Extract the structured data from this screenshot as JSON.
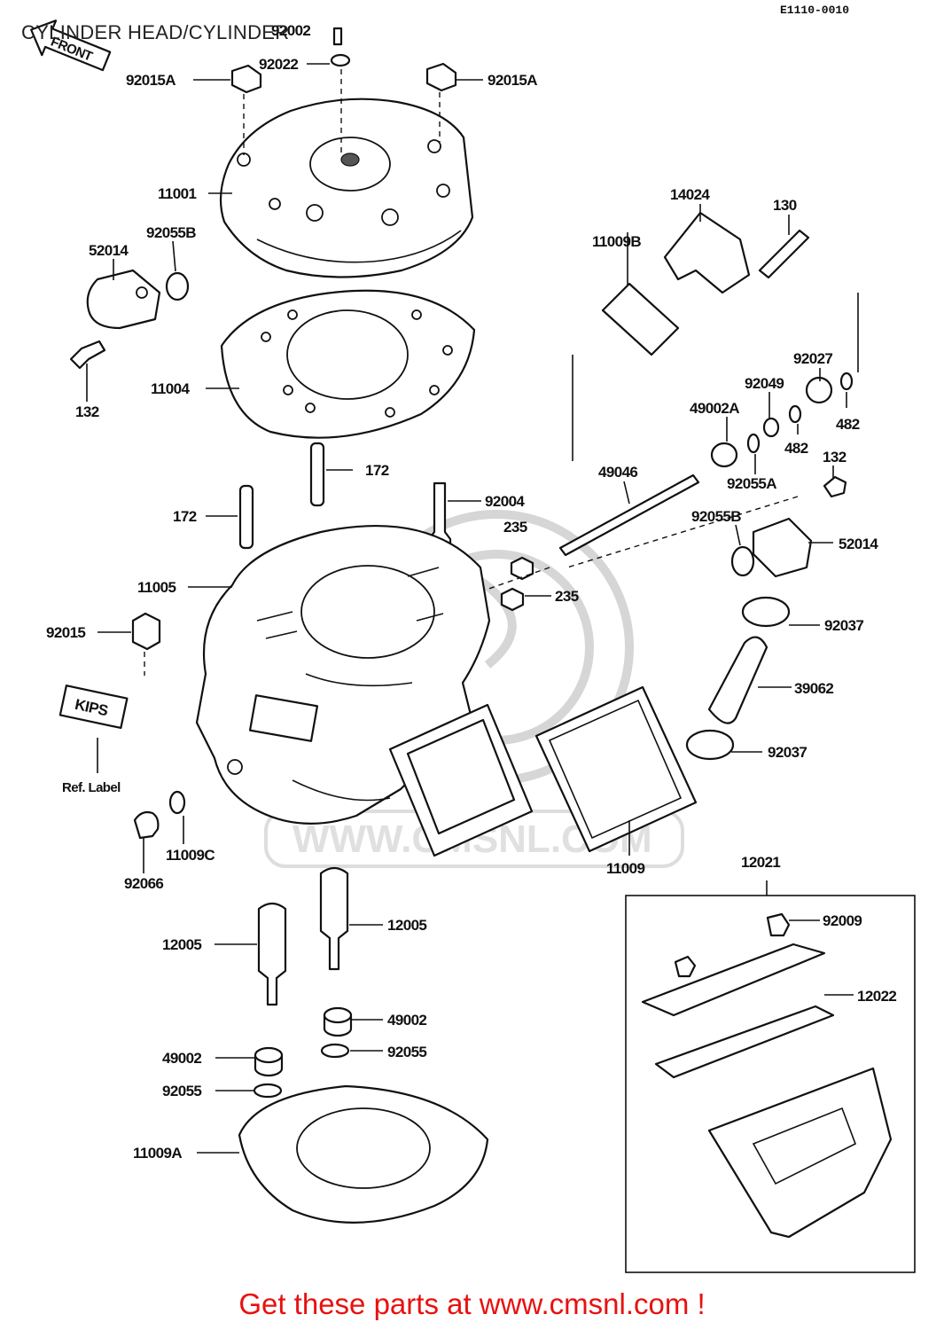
{
  "page": {
    "title": "CYLINDER HEAD/CYLINDER",
    "figure_code": "E1110-0010",
    "footer": "Get these parts at www.cmsnl.com !",
    "footer_color": "#e8110f"
  },
  "badges": {
    "front": "FRONT",
    "kips": "KIPS",
    "ref_label": "Ref. Label"
  },
  "watermark": {
    "text": "WWW.CMSNL.COM"
  },
  "parts": [
    {
      "id": "p92002",
      "label": "92002"
    },
    {
      "id": "p92022",
      "label": "92022"
    },
    {
      "id": "p92015a_l",
      "label": "92015A"
    },
    {
      "id": "p92015a_r",
      "label": "92015A"
    },
    {
      "id": "p11001",
      "label": "11001"
    },
    {
      "id": "p92055b_top",
      "label": "92055B"
    },
    {
      "id": "p52014_l",
      "label": "52014"
    },
    {
      "id": "p132_l",
      "label": "132"
    },
    {
      "id": "p11004",
      "label": "11004"
    },
    {
      "id": "p172_r",
      "label": "172"
    },
    {
      "id": "p172_l",
      "label": "172"
    },
    {
      "id": "p92004",
      "label": "92004"
    },
    {
      "id": "p235_top",
      "label": "235"
    },
    {
      "id": "p235_bot",
      "label": "235"
    },
    {
      "id": "p11005",
      "label": "11005"
    },
    {
      "id": "p92015",
      "label": "92015"
    },
    {
      "id": "p11009c",
      "label": "11009C"
    },
    {
      "id": "p92066",
      "label": "92066"
    },
    {
      "id": "p11009",
      "label": "11009"
    },
    {
      "id": "p14024",
      "label": "14024"
    },
    {
      "id": "p130",
      "label": "130"
    },
    {
      "id": "p11009b",
      "label": "11009B"
    },
    {
      "id": "p92027",
      "label": "92027"
    },
    {
      "id": "p92049",
      "label": "92049"
    },
    {
      "id": "p49002a",
      "label": "49002A"
    },
    {
      "id": "p482_r",
      "label": "482"
    },
    {
      "id": "p482_l",
      "label": "482"
    },
    {
      "id": "p132_r",
      "label": "132"
    },
    {
      "id": "p92055a",
      "label": "92055A"
    },
    {
      "id": "p49046",
      "label": "49046"
    },
    {
      "id": "p92055b_r",
      "label": "92055B"
    },
    {
      "id": "p52014_r",
      "label": "52014"
    },
    {
      "id": "p92037_top",
      "label": "92037"
    },
    {
      "id": "p39062",
      "label": "39062"
    },
    {
      "id": "p92037_bot",
      "label": "92037"
    },
    {
      "id": "p12021",
      "label": "12021"
    },
    {
      "id": "p92009",
      "label": "92009"
    },
    {
      "id": "p12022",
      "label": "12022"
    },
    {
      "id": "p12005_l",
      "label": "12005"
    },
    {
      "id": "p12005_r",
      "label": "12005"
    },
    {
      "id": "p49002_r",
      "label": "49002"
    },
    {
      "id": "p92055_r",
      "label": "92055"
    },
    {
      "id": "p49002_l",
      "label": "49002"
    },
    {
      "id": "p92055_l",
      "label": "92055"
    },
    {
      "id": "p11009a",
      "label": "11009A"
    }
  ]
}
